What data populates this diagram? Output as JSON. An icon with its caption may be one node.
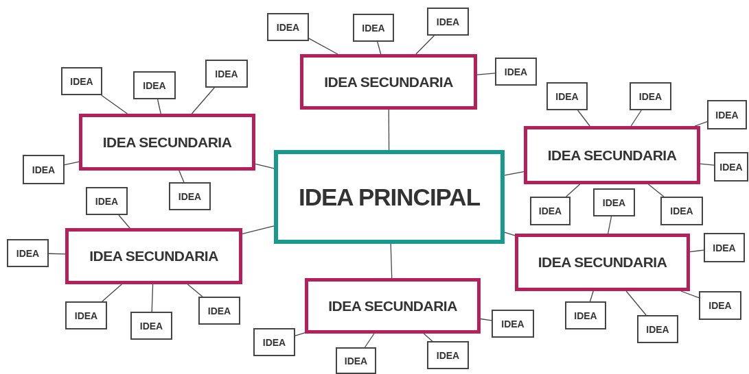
{
  "diagram": {
    "nodes": [
      {
        "text": [
          "IDEA PRINCIPAL"
        ]
      },
      {
        "text": [
          "IDEA SECUNDARIA"
        ]
      },
      {
        "text": [
          "IDEA SECUNDARIA"
        ]
      },
      {
        "text": [
          "IDEA SECUNDARIA"
        ]
      },
      {
        "text": [
          "IDEA SECUNDARIA"
        ]
      },
      {
        "text": [
          "IDEA SECUNDARIA"
        ]
      },
      {
        "text": [
          "IDEA SECUNDARIA"
        ]
      },
      {
        "text": [
          "IDEA"
        ]
      },
      {
        "text": [
          "IDEA"
        ]
      },
      {
        "text": [
          "IDEA"
        ]
      },
      {
        "text": [
          "IDEA"
        ]
      },
      {
        "text": [
          "IDEA"
        ]
      },
      {
        "text": [
          "IDEA"
        ]
      },
      {
        "text": [
          "IDEA"
        ]
      },
      {
        "text": [
          "IDEA"
        ]
      },
      {
        "text": [
          "IDEA"
        ]
      },
      {
        "text": [
          "IDEA"
        ]
      },
      {
        "text": [
          "IDEA"
        ]
      },
      {
        "text": [
          "IDEA"
        ]
      },
      {
        "text": [
          "IDEA"
        ]
      },
      {
        "text": [
          "IDEA"
        ]
      },
      {
        "text": [
          "IDEA"
        ]
      },
      {
        "text": [
          "IDEA"
        ]
      },
      {
        "text": [
          "IDEA"
        ]
      },
      {
        "text": [
          "IDEA"
        ]
      },
      {
        "text": [
          "IDEA"
        ]
      },
      {
        "text": [
          "IDEA"
        ]
      },
      {
        "text": [
          "IDEA"
        ]
      },
      {
        "text": [
          "IDEA"
        ]
      },
      {
        "text": [
          "IDEA"
        ]
      },
      {
        "text": [
          "IDEA"
        ]
      },
      {
        "text": [
          "IDEA"
        ]
      },
      {
        "text": [
          "IDEA"
        ]
      },
      {
        "text": [
          "IDEA"
        ]
      },
      {
        "text": [
          "IDEA"
        ]
      },
      {
        "text": [
          "IDEA"
        ]
      }
    ],
    "edges": [
      {
        "from": 0,
        "to": 1,
        "arrow": "none"
      },
      {
        "from": 0,
        "to": 2,
        "arrow": "none"
      },
      {
        "from": 0,
        "to": 3,
        "arrow": "none"
      },
      {
        "from": 0,
        "to": 4,
        "arrow": "none"
      },
      {
        "from": 0,
        "to": 5,
        "arrow": "none"
      },
      {
        "from": 0,
        "to": 6,
        "arrow": "none"
      },
      {
        "from": 1,
        "to": 7,
        "arrow": "none"
      },
      {
        "from": 1,
        "to": 8,
        "arrow": "none"
      },
      {
        "from": 1,
        "to": 9,
        "arrow": "none"
      },
      {
        "from": 1,
        "to": 10,
        "arrow": "none"
      },
      {
        "from": 2,
        "to": 11,
        "arrow": "none"
      },
      {
        "from": 2,
        "to": 12,
        "arrow": "none"
      },
      {
        "from": 2,
        "to": 13,
        "arrow": "none"
      },
      {
        "from": 2,
        "to": 14,
        "arrow": "none"
      },
      {
        "from": 2,
        "to": 15,
        "arrow": "none"
      },
      {
        "from": 3,
        "to": 16,
        "arrow": "none"
      },
      {
        "from": 3,
        "to": 17,
        "arrow": "none"
      },
      {
        "from": 3,
        "to": 18,
        "arrow": "none"
      },
      {
        "from": 3,
        "to": 19,
        "arrow": "none"
      },
      {
        "from": 3,
        "to": 20,
        "arrow": "none"
      },
      {
        "from": 3,
        "to": 21,
        "arrow": "none"
      },
      {
        "from": 4,
        "to": 22,
        "arrow": "none"
      },
      {
        "from": 4,
        "to": 23,
        "arrow": "none"
      },
      {
        "from": 4,
        "to": 24,
        "arrow": "none"
      },
      {
        "from": 4,
        "to": 25,
        "arrow": "none"
      },
      {
        "from": 4,
        "to": 26,
        "arrow": "none"
      },
      {
        "from": 5,
        "to": 27,
        "arrow": "none"
      },
      {
        "from": 5,
        "to": 28,
        "arrow": "none"
      },
      {
        "from": 5,
        "to": 29,
        "arrow": "none"
      },
      {
        "from": 5,
        "to": 30,
        "arrow": "none"
      },
      {
        "from": 5,
        "to": 31,
        "arrow": "none"
      },
      {
        "from": 6,
        "to": 32,
        "arrow": "none"
      },
      {
        "from": 6,
        "to": 33,
        "arrow": "none"
      },
      {
        "from": 6,
        "to": 34,
        "arrow": "none"
      },
      {
        "from": 6,
        "to": 35,
        "arrow": "none"
      }
    ]
  }
}
